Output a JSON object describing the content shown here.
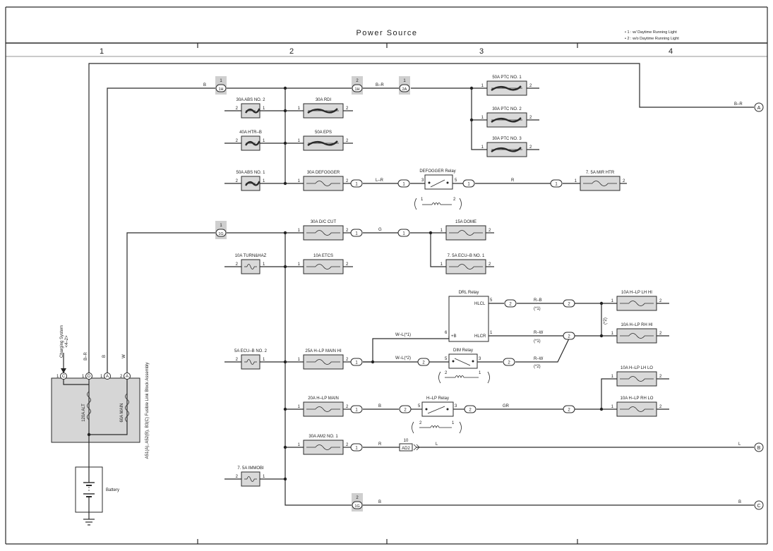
{
  "header": {
    "title": "Power Source",
    "note1": "• 1 : w/ Daytime Running Light",
    "note2": "• 2 : w/o Daytime Running Light",
    "zones": [
      "1",
      "2",
      "3",
      "4"
    ]
  },
  "fuses": {
    "abs2": "30A ABS NO. 2",
    "htrb": "40A HTR–B",
    "abs1": "50A ABS NO. 1",
    "rdi": "30A RDI",
    "eps": "50A EPS",
    "defogger": "30A DEFOGGER",
    "ptc1": "50A PTC NO. 1",
    "ptc2": "30A PTC NO. 2",
    "ptc3": "30A PTC NO. 3",
    "mirhtr": "7. 5A MIR HTR",
    "dccut": "30A D/C CUT",
    "turnhaz": "10A TURN&HAZ",
    "etcs": "10A ETCS",
    "dome": "15A DOME",
    "ecub1": "7. 5A ECU–B NO. 1",
    "ecub2": "5A ECU–B NO. 2",
    "hlpmainhi": "25A H–LP MAIN HI",
    "hlpmain": "20A H–LP MAIN",
    "am2": "30A AM2 NO. 1",
    "immobi": "7. 5A IMMOBI",
    "lhhi": "10A H–LP LH HI",
    "rhhi": "10A H–LP RH HI",
    "lhlo": "10A H–LP LH LO",
    "rhlo": "10A H–LP RH LO",
    "alt": "120A ALT",
    "main": "60A MAIN"
  },
  "relays": {
    "defogger": "DEFOGGER Relay",
    "drl": "DRL Relay",
    "dim": "DIM Relay",
    "hlp": "H–LP Relay",
    "drl_hlcl": "HLCL",
    "drl_hlcr": "HLCR",
    "drl_b": "+B"
  },
  "components": {
    "fusible_link": "A51(A), A52(B), B3(C) Fusible Link Block Assembly",
    "battery": "Battery",
    "charging": "Charging System",
    "charging_page": "<4–2>"
  },
  "wires": {
    "b": "B",
    "br": "B–R",
    "lr": "L–R",
    "r": "R",
    "g": "G",
    "rb": "R–B",
    "rw": "R–W",
    "wl1": "W–L(*1)",
    "wl2": "W–L(*2)",
    "gr": "GR",
    "l": "L",
    "w": "W",
    "n1": "(*1)",
    "n2": "(*2)"
  },
  "connectors": {
    "c1h": "1H",
    "c1g": "1G",
    "c2a": "2A",
    "c1": "1",
    "c2": "2",
    "ad2": "AD2",
    "ad2_pin": "10"
  },
  "pins": {
    "p1": "1",
    "p2": "2",
    "p3": "3",
    "p5": "5",
    "p6": "6"
  },
  "terminals": {
    "A": "A",
    "B": "B",
    "C": "C",
    "D": "D",
    "fl_c1": "1",
    "fl_d1": "1",
    "fl_a1": "1",
    "fl_a2": "2"
  }
}
